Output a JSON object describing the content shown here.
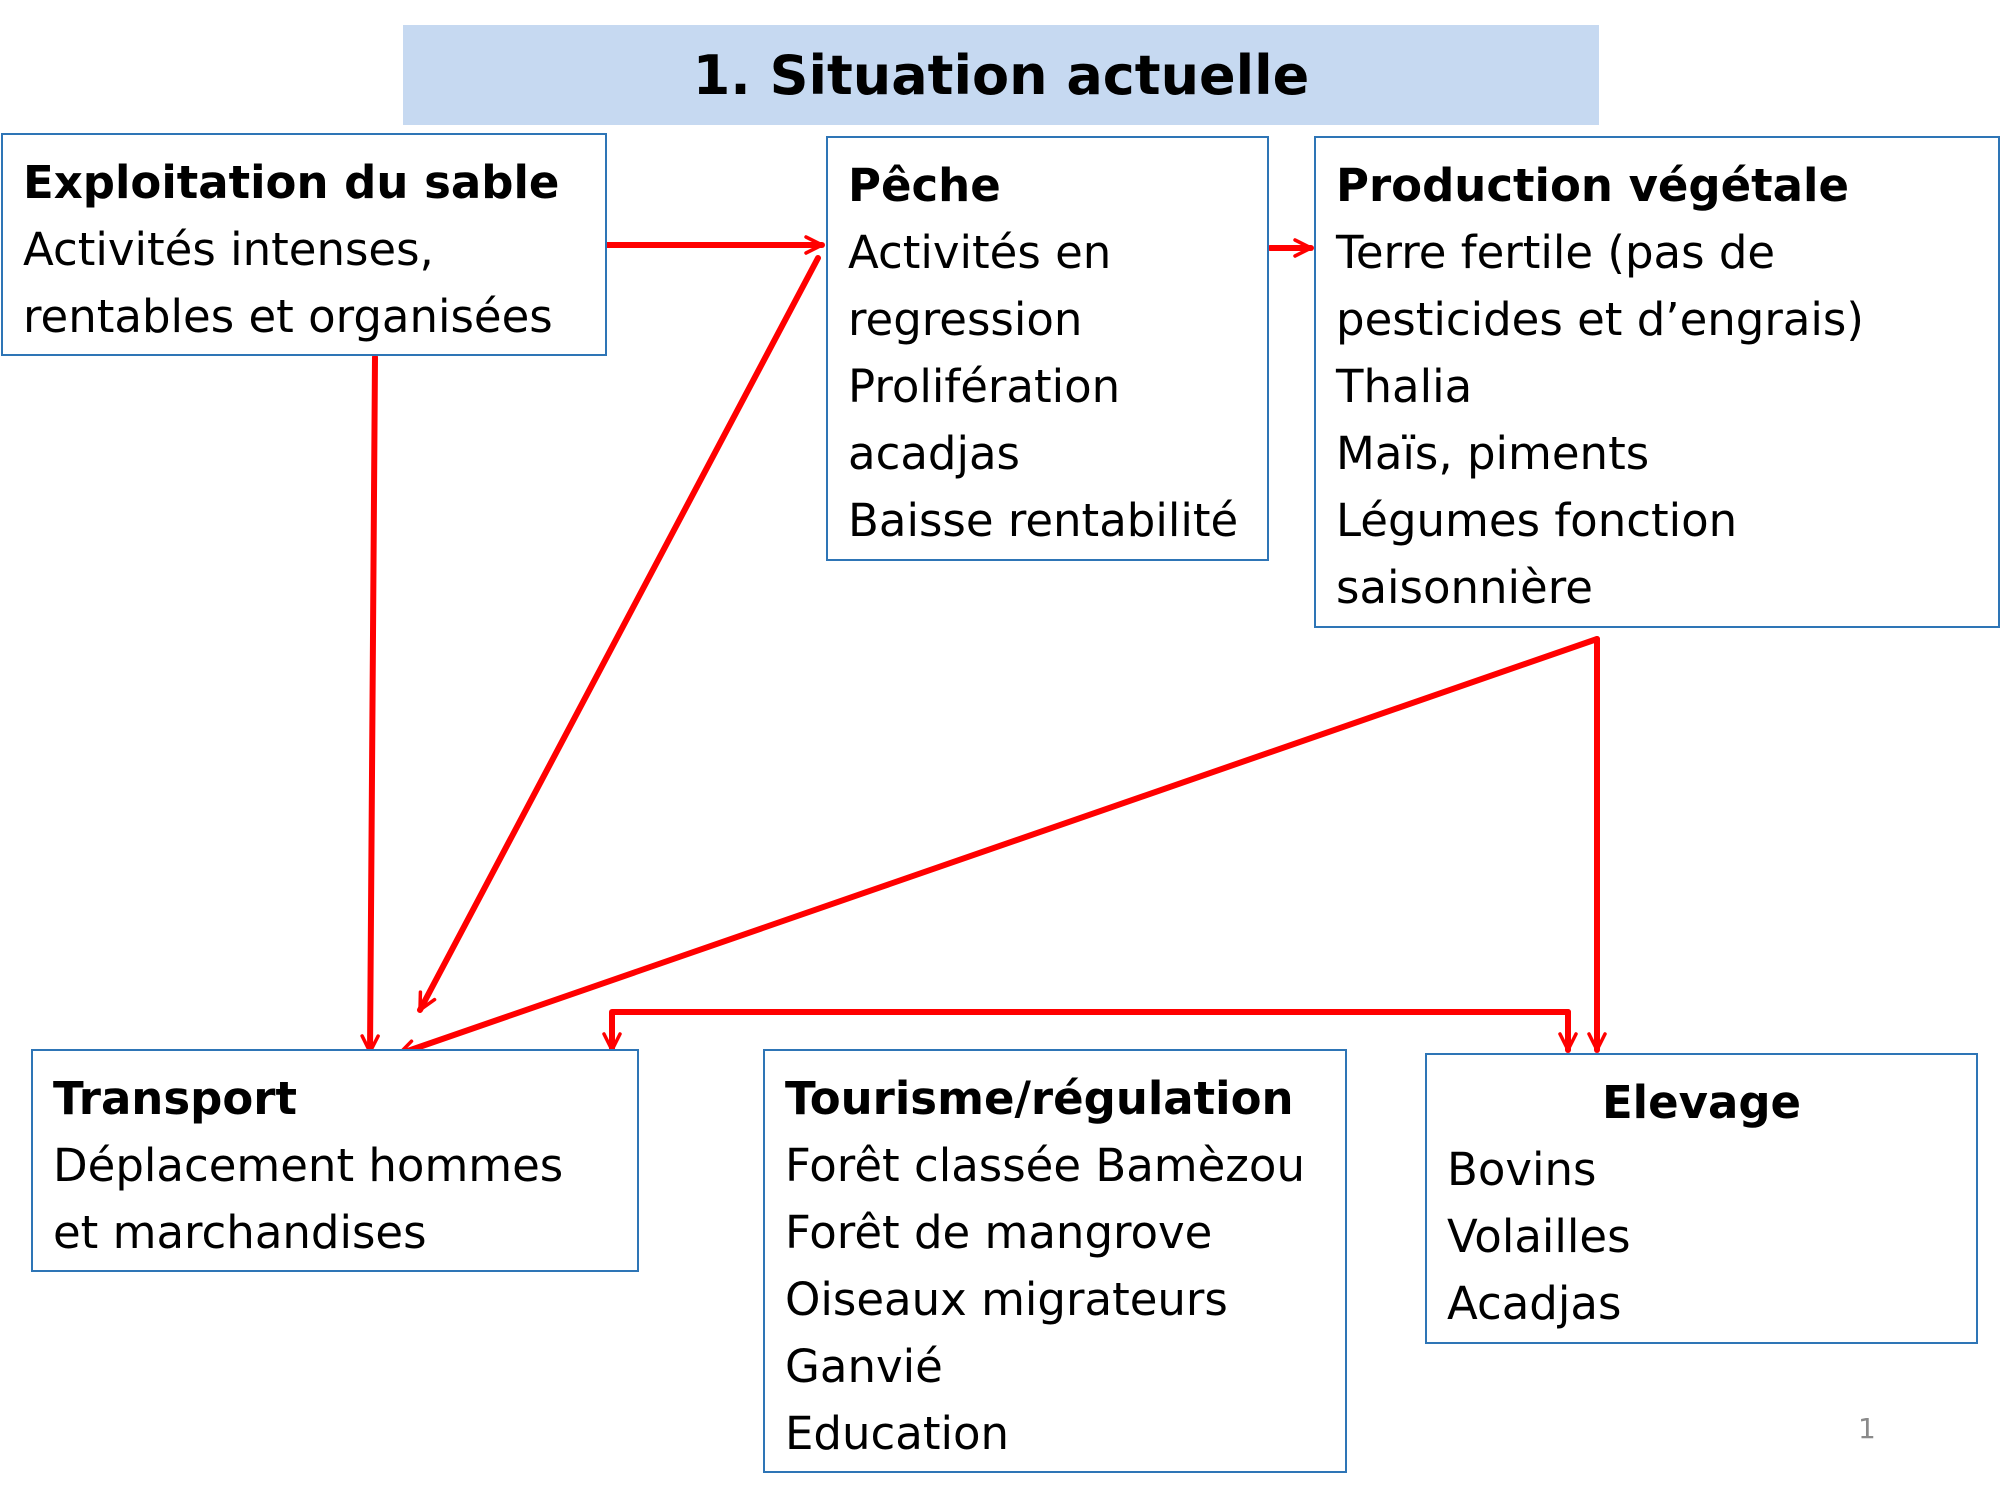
{
  "colors": {
    "title_band": "#c6d9f1",
    "box_border": "#2e75b6",
    "arrow": "#ff0000"
  },
  "title": "1. Situation actuelle",
  "boxes": {
    "sable": {
      "heading": "Exploitation du sable",
      "lines": [
        "Activités intenses,",
        "rentables et organisées"
      ]
    },
    "peche": {
      "heading": "Pêche",
      "lines": [
        "Activités en",
        "regression",
        "Prolifération",
        "acadjas",
        "Baisse rentabilité"
      ]
    },
    "production": {
      "heading": "Production végétale",
      "lines": [
        "Terre fertile (pas de",
        "pesticides et d’engrais)",
        "Thalia",
        "Maïs, piments",
        "Légumes fonction",
        "saisonnière"
      ]
    },
    "transport": {
      "heading": "Transport",
      "lines": [
        "Déplacement hommes",
        "et marchandises"
      ]
    },
    "tourisme": {
      "heading": "Tourisme/régulation",
      "lines": [
        "Forêt classée Bamèzou",
        "Forêt de mangrove",
        "Oiseaux migrateurs",
        "Ganvié",
        "Education"
      ]
    },
    "elevage": {
      "heading": "Elevage",
      "lines": [
        "Bovins",
        "Volailles",
        "Acadjas"
      ]
    }
  },
  "page_number": "1"
}
